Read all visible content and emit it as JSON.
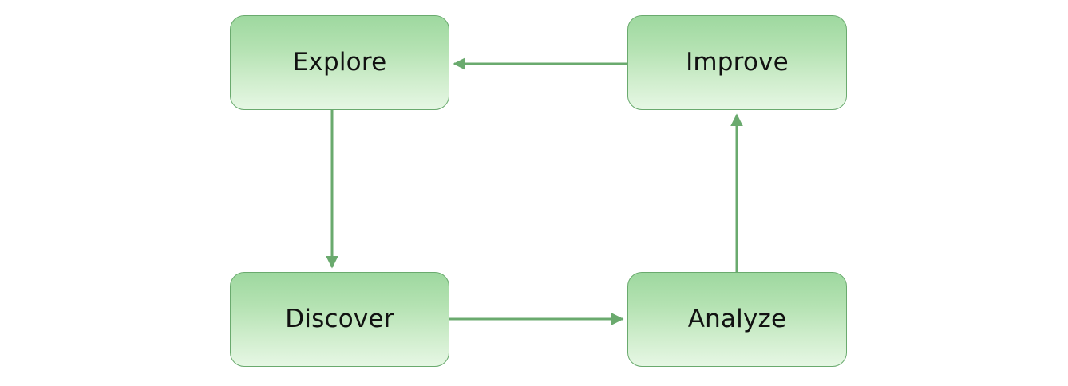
{
  "diagram": {
    "title": "",
    "background_color": "#ffffff",
    "node_fill_top": "#9ed89f",
    "node_fill_bottom": "#e6f7e4",
    "node_border_color": "#6aaa6e",
    "edge_color": "#6aaa6e",
    "label_color": "#111111",
    "nodes": [
      {
        "id": "explore",
        "label": "Explore"
      },
      {
        "id": "improve",
        "label": "Improve"
      },
      {
        "id": "discover",
        "label": "Discover"
      },
      {
        "id": "analyze",
        "label": "Analyze"
      }
    ],
    "edges": [
      {
        "id": "explore-to-discover",
        "from": "Explore",
        "to": "Discover",
        "direction": "down",
        "label": ""
      },
      {
        "id": "discover-to-analyze",
        "from": "Discover",
        "to": "Analyze",
        "direction": "right",
        "label": ""
      },
      {
        "id": "analyze-to-improve",
        "from": "Analyze",
        "to": "Improve",
        "direction": "up",
        "label": ""
      },
      {
        "id": "improve-to-explore",
        "from": "Improve",
        "to": "Explore",
        "direction": "left",
        "label": ""
      }
    ]
  }
}
